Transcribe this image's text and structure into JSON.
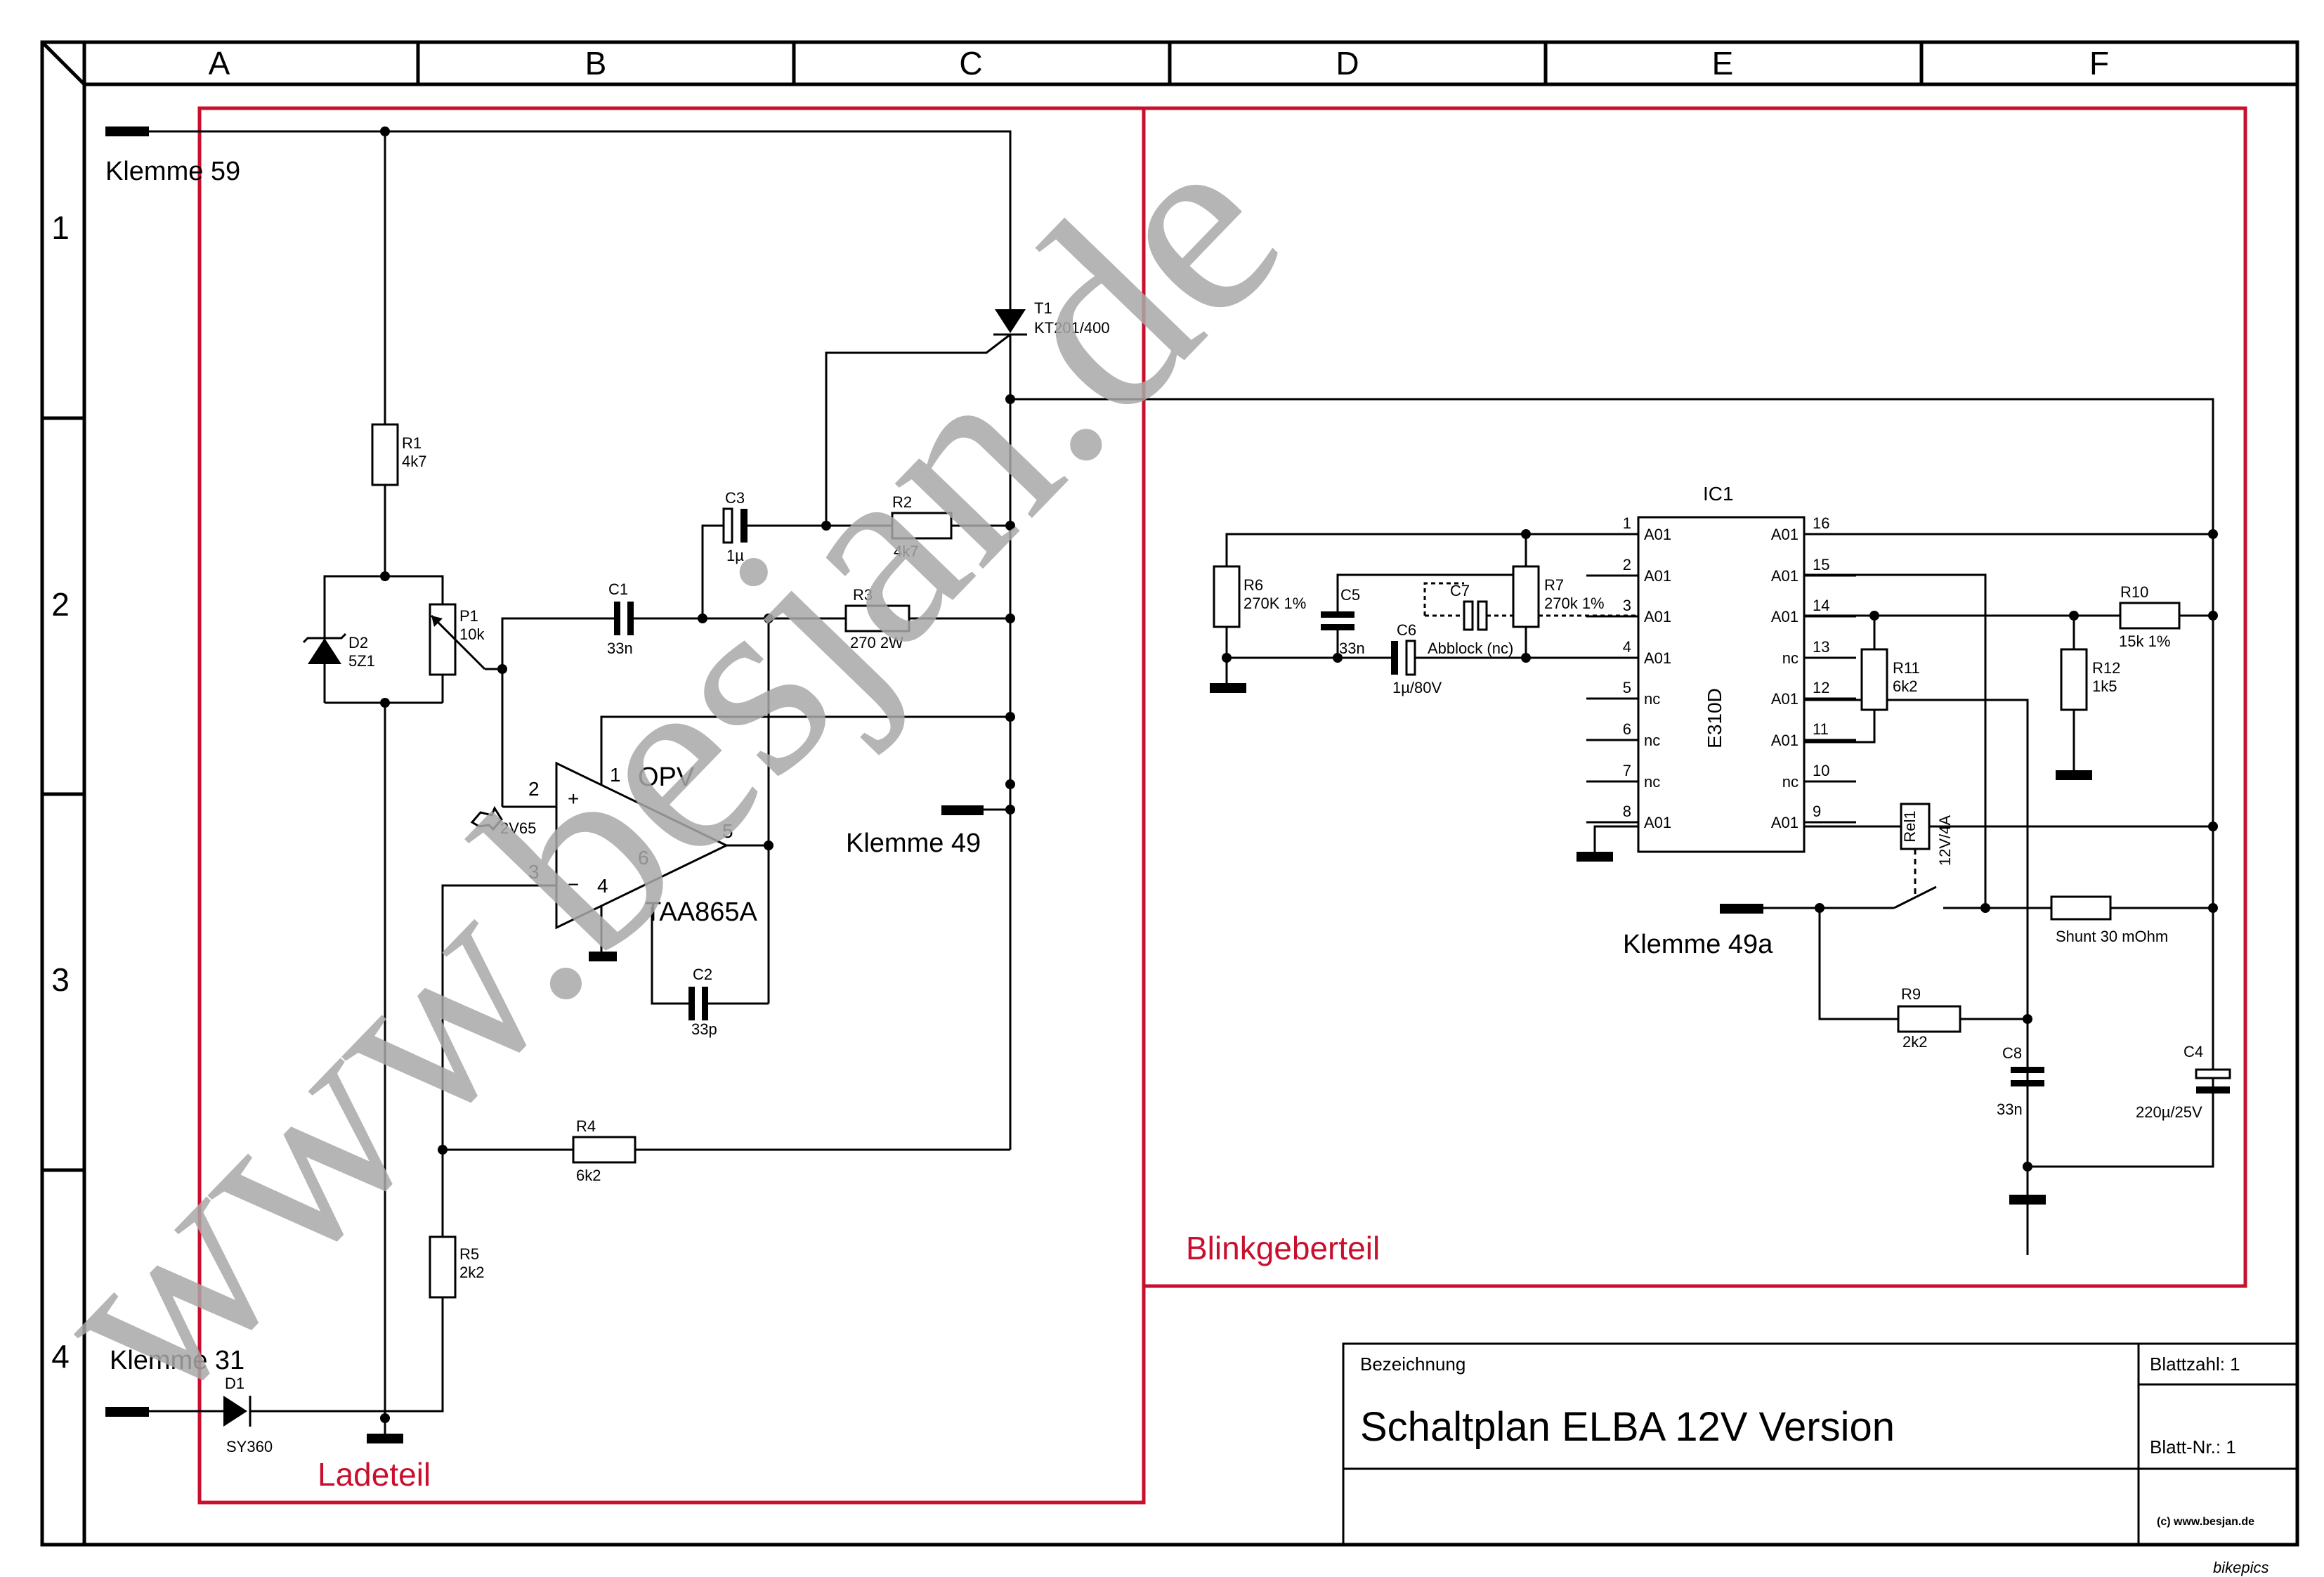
{
  "columns": [
    "A",
    "B",
    "C",
    "D",
    "E",
    "F"
  ],
  "rows": [
    "1",
    "2",
    "3",
    "4"
  ],
  "sections": {
    "ladeteil": "Ladeteil",
    "blinkgeberteil": "Blinkgeberteil"
  },
  "terminals": {
    "k59": "Klemme 59",
    "k49": "Klemme 49",
    "k31": "Klemme 31",
    "k49a": "Klemme 49a"
  },
  "components": {
    "T1": {
      "ref": "T1",
      "value": "KT201/400"
    },
    "R1": {
      "ref": "R1",
      "value": "4k7"
    },
    "D2": {
      "ref": "D2",
      "value": "5Z1"
    },
    "P1": {
      "ref": "P1",
      "value": "10k"
    },
    "C1": {
      "ref": "C1",
      "value": "33n"
    },
    "C3": {
      "ref": "C3",
      "value": "1µ"
    },
    "R2": {
      "ref": "R2",
      "value": "4k7"
    },
    "R3": {
      "ref": "R3",
      "value": "270 2W"
    },
    "OPV": {
      "ref": "OPV",
      "value": "TAA865A",
      "pin1": "1",
      "pin2": "2",
      "pin3": "3",
      "pin4": "4",
      "pin5": "5",
      "pin6": "6",
      "plus": "+",
      "minus": "−"
    },
    "ref_voltage": "2V65",
    "C2": {
      "ref": "C2",
      "value": "33p"
    },
    "R4": {
      "ref": "R4",
      "value": "6k2"
    },
    "R5": {
      "ref": "R5",
      "value": "2k2"
    },
    "D1": {
      "ref": "D1",
      "value": "SY360"
    },
    "R6": {
      "ref": "R6",
      "value": "270K 1%"
    },
    "C5": {
      "ref": "C5",
      "value": "33n"
    },
    "C6": {
      "ref": "C6",
      "value": "1µ/80V"
    },
    "C7": {
      "ref": "C7",
      "value": "Abblock (nc)"
    },
    "R7": {
      "ref": "R7",
      "value": "270k 1%"
    },
    "IC1": {
      "ref": "IC1",
      "value": "E310D"
    },
    "R11": {
      "ref": "R11",
      "value": "6k2"
    },
    "R10": {
      "ref": "R10",
      "value": "15k 1%"
    },
    "R12": {
      "ref": "R12",
      "value": "1k5"
    },
    "Rel1": {
      "ref": "Rel1",
      "value": "12V/4A"
    },
    "Shunt": {
      "value": "Shunt 30 mOhm"
    },
    "R9": {
      "ref": "R9",
      "value": "2k2"
    },
    "C8": {
      "ref": "C8",
      "value": "33n"
    },
    "C4": {
      "ref": "C4",
      "value": "220µ/25V"
    }
  },
  "ic_pins_left": [
    {
      "num": "1",
      "name": "A01"
    },
    {
      "num": "2",
      "name": "A01"
    },
    {
      "num": "3",
      "name": "A01"
    },
    {
      "num": "4",
      "name": "A01"
    },
    {
      "num": "5",
      "name": "nc"
    },
    {
      "num": "6",
      "name": "nc"
    },
    {
      "num": "7",
      "name": "nc"
    },
    {
      "num": "8",
      "name": "A01"
    }
  ],
  "ic_pins_right": [
    {
      "num": "16",
      "name": "A01"
    },
    {
      "num": "15",
      "name": "A01"
    },
    {
      "num": "14",
      "name": "A01"
    },
    {
      "num": "13",
      "name": "nc"
    },
    {
      "num": "12",
      "name": "A01"
    },
    {
      "num": "11",
      "name": "A01"
    },
    {
      "num": "10",
      "name": "nc"
    },
    {
      "num": "9",
      "name": "A01"
    }
  ],
  "title_block": {
    "bezeichnung_label": "Bezeichnung",
    "title": "Schaltplan ELBA 12V Version",
    "blattzahl": "Blattzahl: 1",
    "blatt_nr": "Blatt-Nr.: 1",
    "copyright": "(c) www.besjan.de"
  },
  "watermark": "www.besjan.de",
  "corner_logo": "bikepics",
  "colors": {
    "section_border": "#c8102e",
    "watermark": "#a9a9a9"
  }
}
